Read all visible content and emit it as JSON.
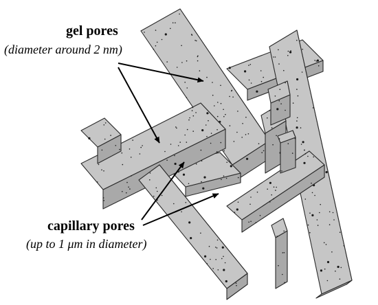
{
  "labels": {
    "gel_pores": {
      "title": "gel pores",
      "subtitle": "(diameter around 2 nm)"
    },
    "capillary_pores": {
      "title": "capillary pores",
      "subtitle": "(up to 1 μm in diameter)"
    }
  },
  "colors": {
    "top_face": "#c6c6c6",
    "front_face": "#a9a9a9",
    "side_face": "#8c8c8c",
    "edge": "#2a2a2a",
    "pore_dot": "#1a1a1a",
    "arrow": "#000000",
    "text": "#000000"
  }
}
